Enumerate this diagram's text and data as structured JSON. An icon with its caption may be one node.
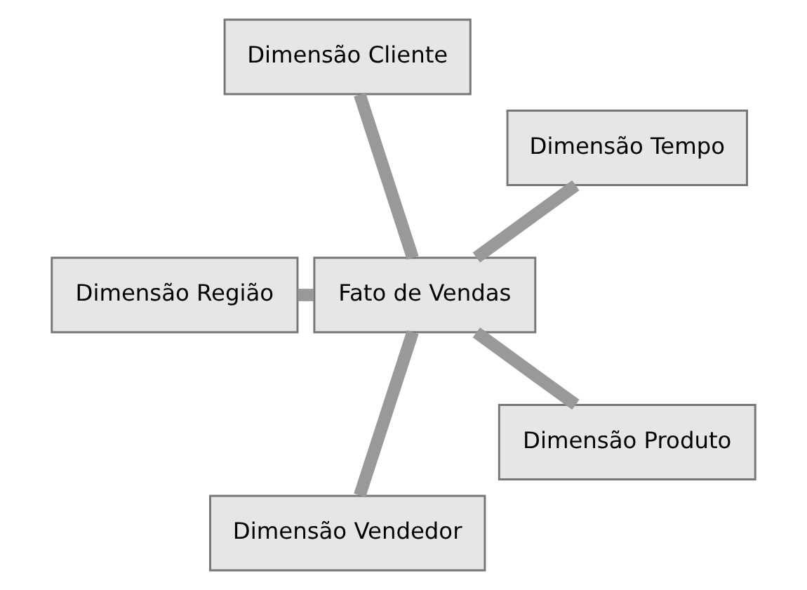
{
  "diagram": {
    "nodes": [
      {
        "text": [
          "Dimensão Tempo"
        ]
      },
      {
        "text": [
          "Dimensão Cliente"
        ]
      },
      {
        "text": [
          "Fato de Vendas"
        ]
      },
      {
        "text": [
          "Dimensão Região"
        ]
      },
      {
        "text": [
          "Dimensão Vendedor"
        ]
      },
      {
        "text": [
          "Dimensão Produto"
        ]
      }
    ],
    "edges": [
      {
        "from": 2,
        "to": 0,
        "arrow": "none"
      },
      {
        "from": 2,
        "to": 3,
        "arrow": "none"
      },
      {
        "from": 2,
        "to": 5,
        "arrow": "none"
      },
      {
        "from": 2,
        "to": 4,
        "arrow": "none"
      },
      {
        "from": 2,
        "to": 1,
        "arrow": "none"
      }
    ]
  }
}
